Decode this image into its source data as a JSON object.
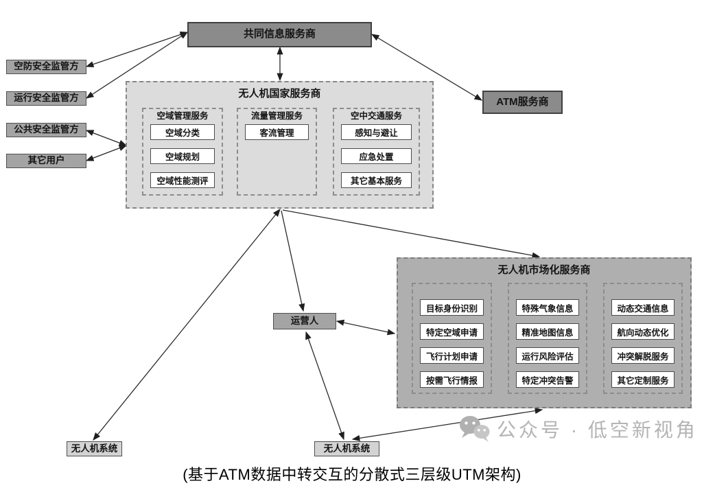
{
  "diagram": {
    "caption": "(基于ATM数据中转交互的分散式三层级UTM架构)",
    "watermark_text": "公众号 · 低空新视角",
    "nodes": {
      "common_info": "共同信息服务商",
      "air_defense": "空防安全监管方",
      "operation_safety": "运行安全监管方",
      "public_safety": "公共安全监管方",
      "other_users": "其它用户",
      "atm": "ATM服务商",
      "operator": "运营人",
      "uas_left": "无人机系统",
      "uas_right": "无人机系统"
    },
    "national": {
      "title": "无人机国家服务商",
      "columns": [
        {
          "header": "空域管理服务",
          "items": [
            "空域分类",
            "空域规划",
            "空域性能测评"
          ]
        },
        {
          "header": "流量管理服务",
          "items": [
            "客流管理"
          ]
        },
        {
          "header": "空中交通服务",
          "items": [
            "感知与避让",
            "应急处置",
            "其它基本服务"
          ]
        }
      ]
    },
    "market": {
      "title": "无人机市场化服务商",
      "columns": [
        {
          "items": [
            "目标身份识别",
            "特定空域申请",
            "飞行计划申请",
            "按需飞行情报"
          ]
        },
        {
          "items": [
            "特殊气象信息",
            "精准地图信息",
            "运行风险评估",
            "特定冲突告警"
          ]
        },
        {
          "items": [
            "动态交通信息",
            "航向动态优化",
            "冲突解脱服务",
            "其它定制服务"
          ]
        }
      ]
    },
    "colors": {
      "dark_node": "#8b8b8b",
      "medium_node": "#a4a4a4",
      "light_node": "#d3d3d3",
      "national_panel": "#dcdcdc",
      "market_panel": "#afafaf",
      "item_box": "#ffffff",
      "arrow": "#2a2a2a",
      "watermark": "#b4b4b4"
    }
  }
}
